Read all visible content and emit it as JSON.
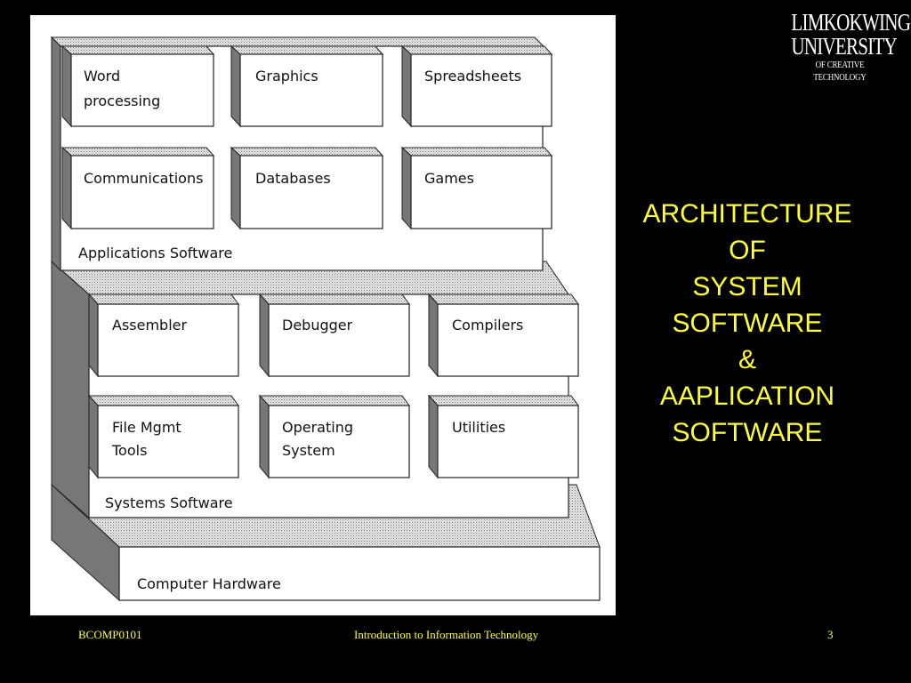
{
  "logo": {
    "line1": "LIMKOKWING",
    "line2": "UNIVERSITY",
    "line3": "OF CREATIVE TECHNOLOGY"
  },
  "title_lines": [
    "ARCHITECTURE",
    "OF",
    "SYSTEM",
    "SOFTWARE",
    "&",
    "AAPLICATION",
    "SOFTWARE"
  ],
  "diagram": {
    "applications": {
      "layer_label": "Applications Software",
      "boxes": [
        [
          "Word",
          "processing"
        ],
        [
          "Graphics"
        ],
        [
          "Spreadsheets"
        ],
        [
          "Communications"
        ],
        [
          "Databases"
        ],
        [
          "Games"
        ]
      ]
    },
    "systems": {
      "layer_label": "Systems Software",
      "boxes": [
        [
          "Assembler"
        ],
        [
          "Debugger"
        ],
        [
          "Compilers"
        ],
        [
          "File Mgmt",
          "Tools"
        ],
        [
          "Operating",
          "System"
        ],
        [
          "Utilities"
        ]
      ]
    },
    "hardware": {
      "layer_label": "Computer Hardware"
    }
  },
  "footer": {
    "course_code": "BCOMP0101",
    "course_name": "Introduction to Information Technology",
    "page_number": "3"
  }
}
